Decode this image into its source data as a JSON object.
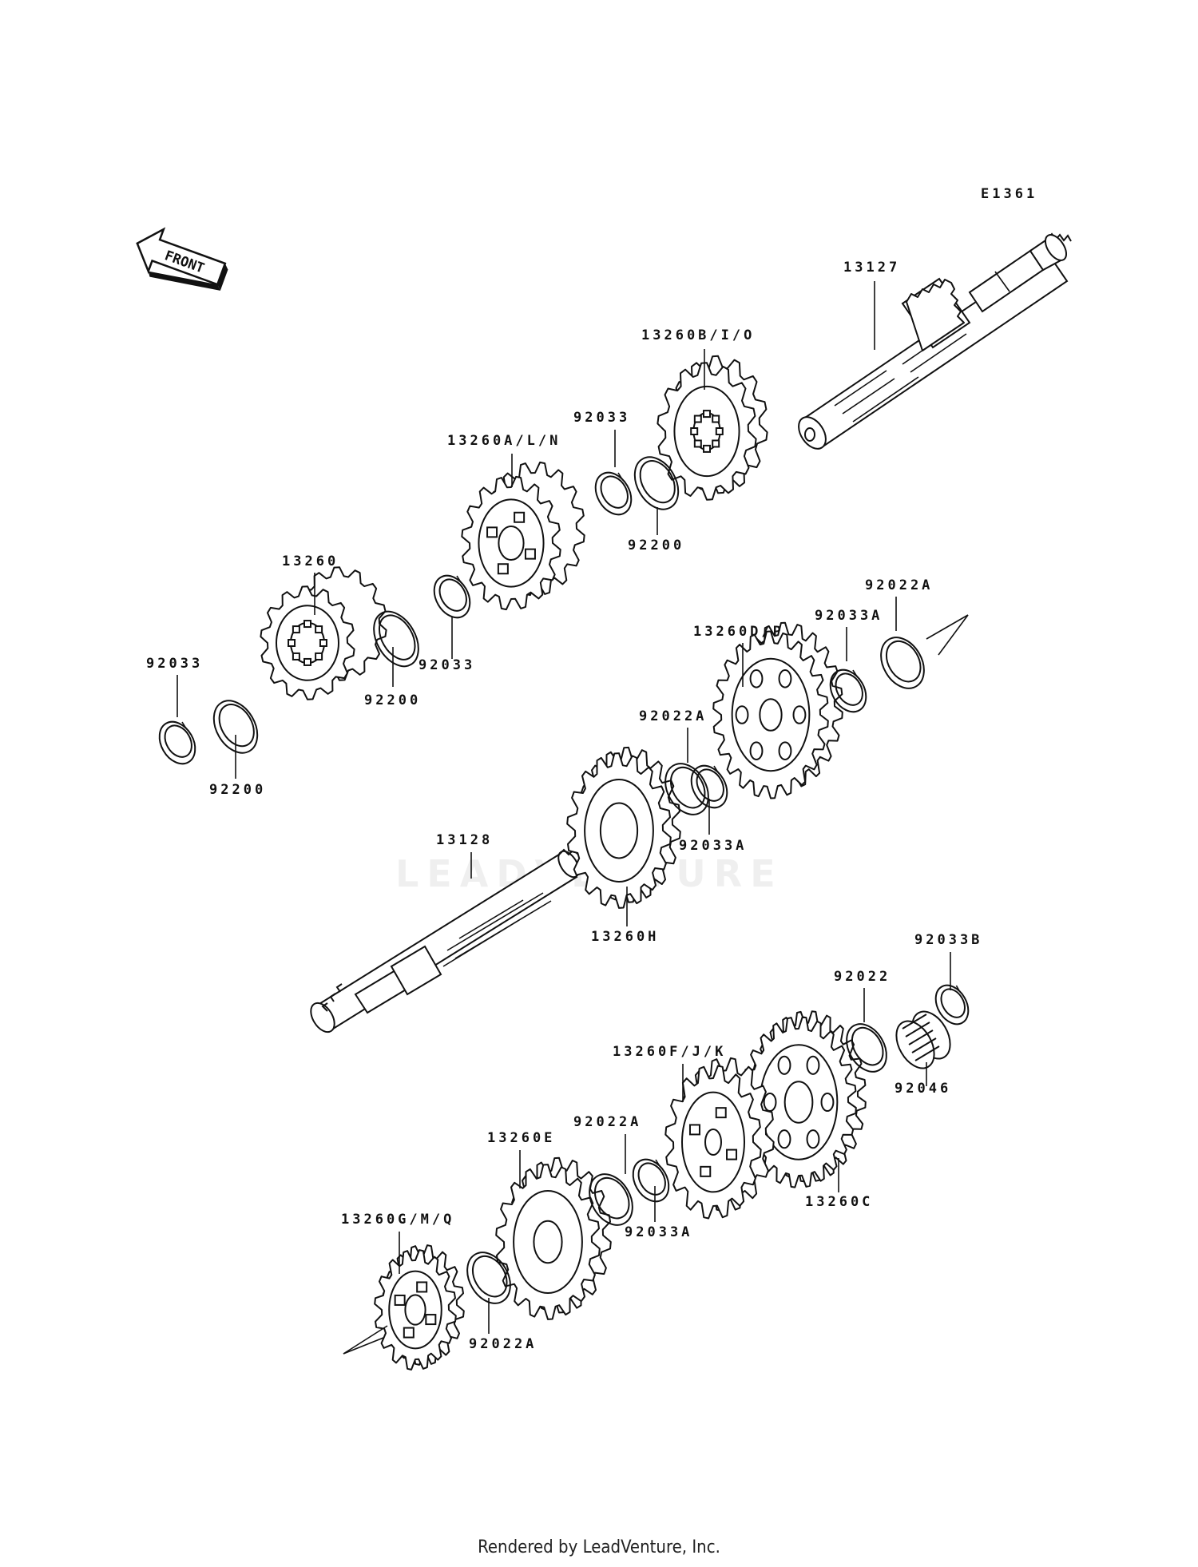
{
  "diagram_code": "E1361",
  "front_label": "FRONT",
  "footer": "Rendered by LeadVenture, Inc.",
  "watermark": "LEADVENTURE",
  "part_labels": {
    "shaft_13127": "13127",
    "gear_13260BIO": "13260B/I/O",
    "gear_13260ALN": "13260A/L/N",
    "circlip_92033_top": "92033",
    "washer_92200_top": "92200",
    "gear_13260": "13260",
    "washer_92200_mid": "92200",
    "circlip_92033_mid": "92033",
    "circlip_92033_left": "92033",
    "washer_92200_left": "92200",
    "washer_92022A_right": "92022A",
    "circlip_92033A_right": "92033A",
    "gear_13260DP": "13260D/P",
    "washer_92022A_mid": "92022A",
    "circlip_92033A_mid": "92033A",
    "shaft_13128": "13128",
    "gear_13260H": "13260H",
    "circlip_92033B": "92033B",
    "washer_92022": "92022",
    "bearing_92046": "92046",
    "gear_13260FJK": "13260F/J/K",
    "gear_13260C": "13260C",
    "washer_92022A_low": "92022A",
    "circlip_92033A_low": "92033A",
    "gear_13260E": "13260E",
    "gear_13260GMQ": "13260G/M/Q",
    "washer_92022A_bottom": "92022A"
  }
}
